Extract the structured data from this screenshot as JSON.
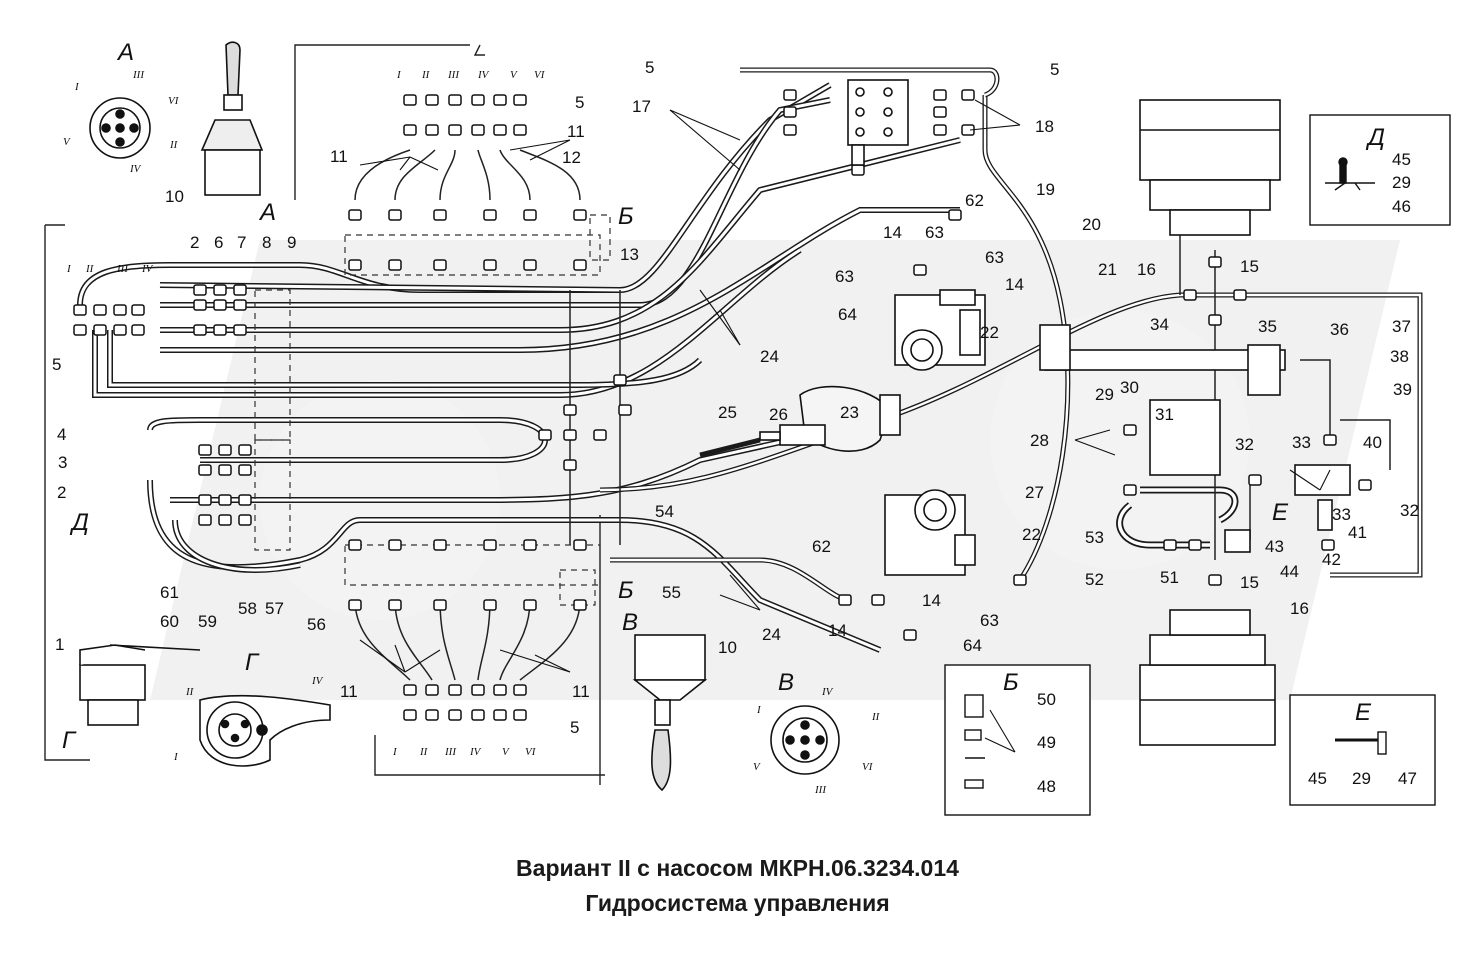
{
  "caption": {
    "line1": "Вариант II с насосом МКРН.06.3234.014",
    "line2": "Гидросистема управления"
  },
  "views": {
    "A": "А",
    "B": "Б",
    "V": "В",
    "G": "Г",
    "D": "Д",
    "E": "Е"
  },
  "inset_D": {
    "title": "Д",
    "labels": [
      "45",
      "29",
      "46"
    ]
  },
  "inset_B": {
    "title": "Б",
    "labels": [
      "50",
      "49",
      "48"
    ]
  },
  "inset_E": {
    "title": "Е",
    "labels": [
      "45",
      "29",
      "47"
    ]
  },
  "roman_top": [
    "I",
    "II",
    "III",
    "IV",
    "V",
    "VI"
  ],
  "roman_left": [
    "I",
    "II",
    "III",
    "IV"
  ],
  "roman_bottom": [
    "I",
    "II",
    "III",
    "IV",
    "V",
    "VI"
  ],
  "roman_viewA": [
    "I",
    "III",
    "VI",
    "V",
    "II",
    "IV"
  ],
  "roman_viewV": [
    "IV",
    "I",
    "II",
    "V",
    "VI",
    "III"
  ],
  "roman_viewG": [
    "II",
    "IV",
    "I"
  ],
  "callouts": [
    "1",
    "2",
    "2",
    "3",
    "4",
    "5",
    "5",
    "5",
    "5",
    "5",
    "6",
    "7",
    "8",
    "9",
    "10",
    "10",
    "11",
    "11",
    "11",
    "11",
    "12",
    "13",
    "14",
    "14",
    "14",
    "14",
    "15",
    "15",
    "16",
    "16",
    "17",
    "18",
    "19",
    "20",
    "21",
    "22",
    "22",
    "23",
    "24",
    "24",
    "25",
    "26",
    "27",
    "28",
    "29",
    "30",
    "31",
    "32",
    "32",
    "33",
    "33",
    "34",
    "35",
    "36",
    "37",
    "38",
    "39",
    "40",
    "41",
    "42",
    "43",
    "44",
    "51",
    "52",
    "53",
    "54",
    "55",
    "56",
    "57",
    "58",
    "59",
    "60",
    "61",
    "62",
    "62",
    "63",
    "63",
    "63",
    "63",
    "64",
    "64"
  ]
}
